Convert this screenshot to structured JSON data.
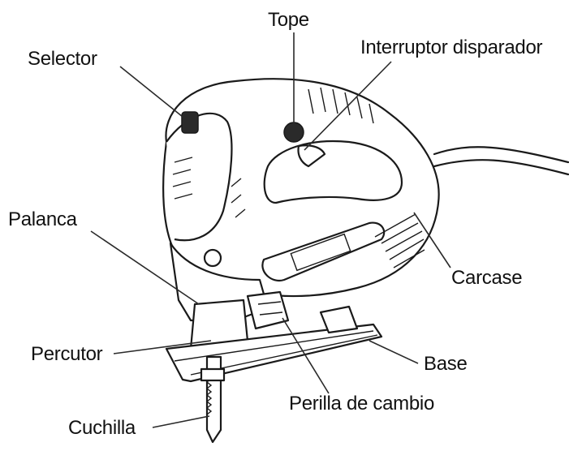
{
  "labels": {
    "tope": "Tope",
    "selector": "Selector",
    "interruptor": "Interruptor disparador",
    "palanca": "Palanca",
    "carcase": "Carcase",
    "percutor": "Percutor",
    "base": "Base",
    "perilla": "Perilla de cambio",
    "cuchilla": "Cuchilla"
  },
  "colors": {
    "ink": "#1a1a1a",
    "background": "#ffffff"
  }
}
